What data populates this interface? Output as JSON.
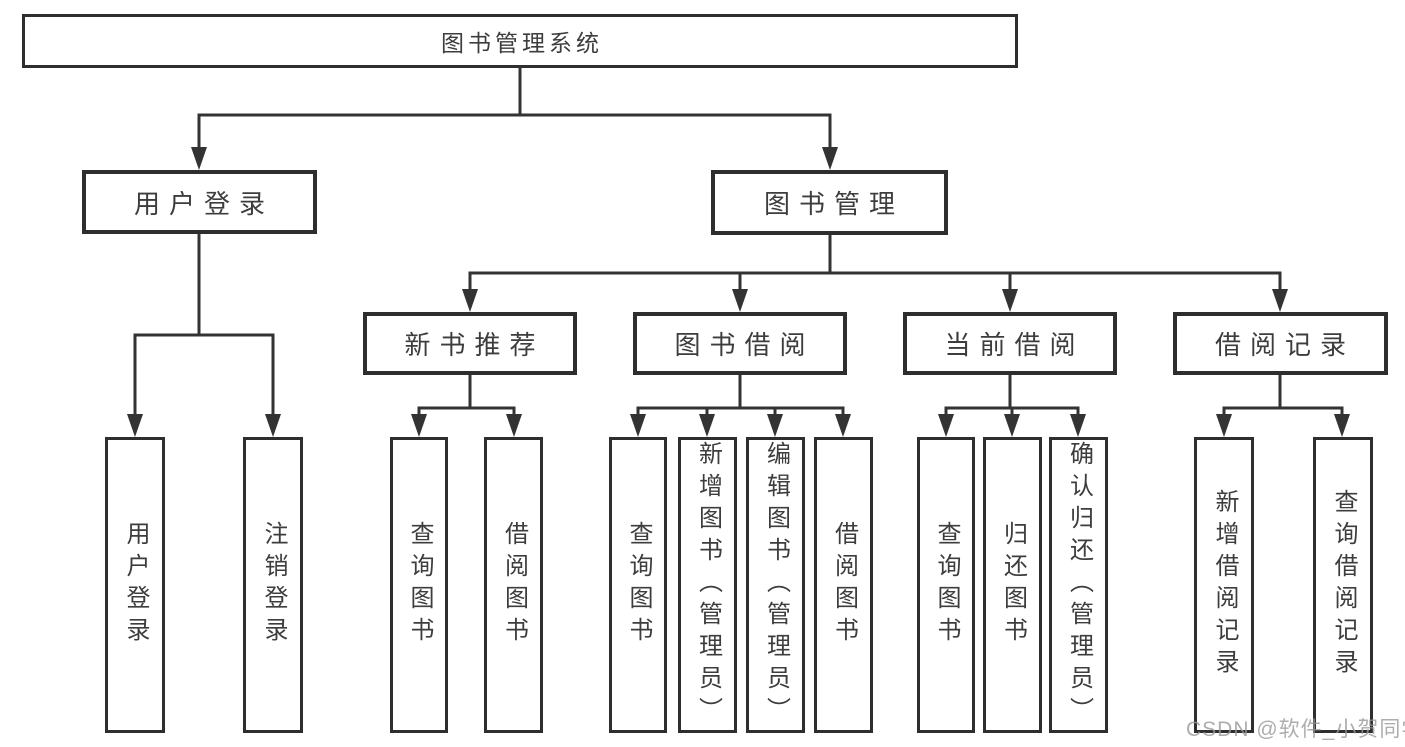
{
  "diagram_type": "hierarchy-tree",
  "tree": {
    "root": {
      "label": "图书管理系统"
    },
    "branches": [
      {
        "label": "用户登录",
        "children": [
          {
            "label": "用户登录"
          },
          {
            "label": "注销登录"
          }
        ]
      },
      {
        "label": "图书管理",
        "children": [
          {
            "label": "新书推荐",
            "children": [
              {
                "label": "查询图书"
              },
              {
                "label": "借阅图书"
              }
            ]
          },
          {
            "label": "图书借阅",
            "children": [
              {
                "label": "查询图书"
              },
              {
                "label": "新增图书（管理员）"
              },
              {
                "label": "编辑图书（管理员）"
              },
              {
                "label": "借阅图书"
              }
            ]
          },
          {
            "label": "当前借阅",
            "children": [
              {
                "label": "查询图书"
              },
              {
                "label": "归还图书"
              },
              {
                "label": "确认归还（管理员）"
              }
            ]
          },
          {
            "label": "借阅记录",
            "children": [
              {
                "label": "新增借阅记录"
              },
              {
                "label": "查询借阅记录"
              }
            ]
          }
        ]
      }
    ]
  },
  "watermark": "CSDN @软件_小贺同学",
  "colors": {
    "line": "#333333",
    "box_border": "#2e2e2e",
    "text": "#3d3d3d",
    "background": "#ffffff",
    "watermark": "#989898"
  }
}
